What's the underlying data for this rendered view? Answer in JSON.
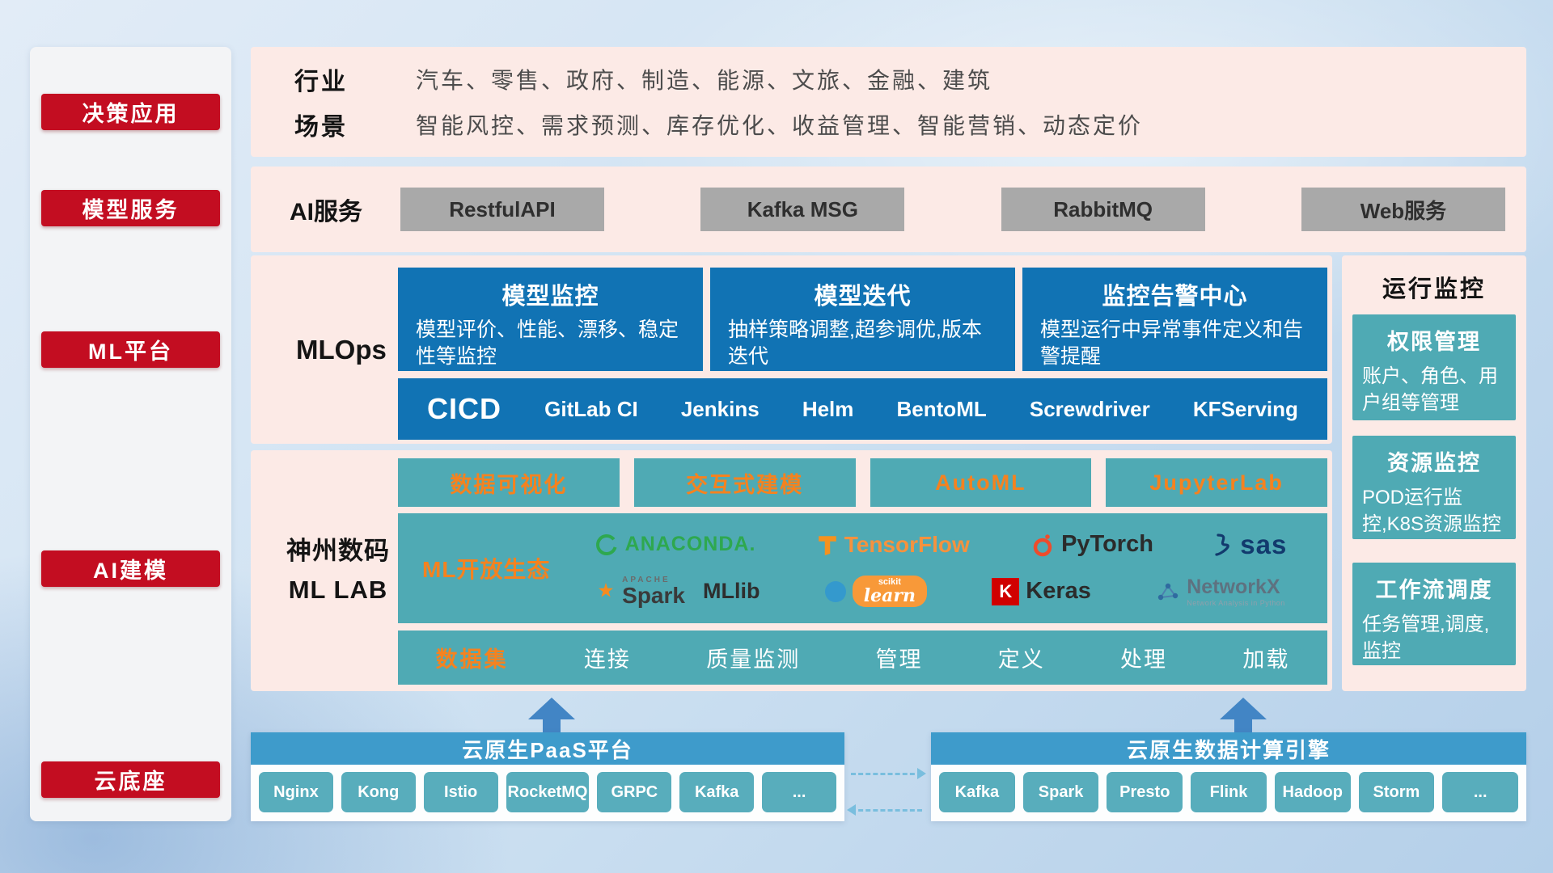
{
  "colors": {
    "accent_red": "#c30d21",
    "panel_pink": "#fceae6",
    "deep_blue": "#1173b4",
    "teal": "#4faab4",
    "orange_highlight": "#f5821f",
    "gray_button": "#a9a9a9",
    "bar_blue": "#3e9bcb",
    "arrow_blue": "#4285c5"
  },
  "sidebar": {
    "items": [
      {
        "label": "决策应用"
      },
      {
        "label": "模型服务"
      },
      {
        "label": "ML平台"
      },
      {
        "label": "AI建模"
      },
      {
        "label": "云底座"
      }
    ]
  },
  "application": {
    "industry_label": "行业",
    "industry_text": "汽车、零售、政府、制造、能源、文旅、金融、建筑",
    "scene_label": "场景",
    "scene_text": "智能风控、需求预测、库存优化、收益管理、智能营销、动态定价"
  },
  "ai_service": {
    "label": "AI服务",
    "buttons": [
      "RestfulAPI",
      "Kafka MSG",
      "RabbitMQ",
      "Web服务"
    ]
  },
  "mlops": {
    "label": "MLOps",
    "cards": [
      {
        "title": "模型监控",
        "desc": "模型评价、性能、漂移、稳定性等监控"
      },
      {
        "title": "模型迭代",
        "desc": "抽样策略调整,超参调优,版本迭代"
      },
      {
        "title": "监控告警中心",
        "desc": "模型运行中异常事件定义和告警提醒"
      }
    ],
    "cicd": {
      "title": "CICD",
      "items": [
        "GitLab CI",
        "Jenkins",
        "Helm",
        "BentoML",
        "Screwdriver",
        "KFServing"
      ]
    }
  },
  "mllab": {
    "label_line1": "神州数码",
    "label_line2": "ML LAB",
    "tools": [
      "数据可视化",
      "交互式建模",
      "AutoML",
      "JupyterLab"
    ],
    "ecosystem": {
      "label": "ML开放生态",
      "logos": {
        "anaconda": "ANACONDA.",
        "tensorflow": "TensorFlow",
        "pytorch": "PyTorch",
        "sas": "sas",
        "spark_apache": "APACHE",
        "spark": "Spark",
        "mllib": "MLlib",
        "sklearn_top": "scikit",
        "sklearn": "learn",
        "keras": "Keras",
        "keras_icon": "K",
        "networkx": "NetworkX",
        "networkx_sub": "Network Analysis in Python"
      }
    },
    "dataset": {
      "label": "数据集",
      "items": [
        "连接",
        "质量监测",
        "管理",
        "定义",
        "处理",
        "加载"
      ]
    }
  },
  "monitoring": {
    "title": "运行监控",
    "cards": [
      {
        "title": "权限管理",
        "desc": "账户、角色、用户组等管理"
      },
      {
        "title": "资源监控",
        "desc": "POD运行监控,K8S资源监控"
      },
      {
        "title": "工作流调度",
        "desc": "任务管理,调度,监控"
      }
    ]
  },
  "foundation": {
    "paas": {
      "title": "云原生PaaS平台",
      "items": [
        "Nginx",
        "Kong",
        "Istio",
        "RocketMQ",
        "GRPC",
        "Kafka",
        "..."
      ]
    },
    "engine": {
      "title": "云原生数据计算引擎",
      "items": [
        "Kafka",
        "Spark",
        "Presto",
        "Flink",
        "Hadoop",
        "Storm",
        "..."
      ]
    }
  }
}
